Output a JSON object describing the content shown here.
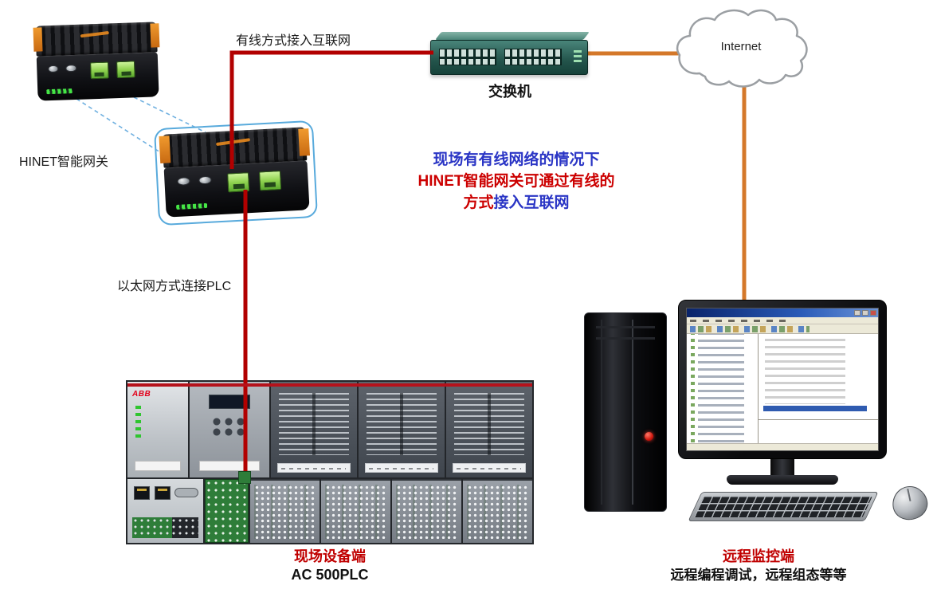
{
  "colors": {
    "red_cable": "#b20000",
    "orange_cable": "#d4782a",
    "callout_dash": "#6fb0e0",
    "highlight_outline": "#58aadc",
    "note_blue": "#2a35c5",
    "note_red": "#cc0000",
    "caption_red": "#c00000"
  },
  "icons": {
    "cloud": "internet-cloud-icon",
    "switch": "network-switch-icon",
    "gateway": "hinet-gateway-icon",
    "plc": "plc-rack-icon",
    "tower": "pc-tower-icon",
    "monitor": "monitor-icon",
    "keyboard": "keyboard-icon",
    "mouse": "mouse-icon"
  },
  "labels": {
    "gateway": "HINET智能网关",
    "wired_link": "有线方式接入互联网",
    "switch_caption": "交换机",
    "internet": "Internet",
    "plc_link": "以太网方式连接PLC",
    "field_caption_title": "现场设备端",
    "field_caption_subtitle": "AC 500PLC",
    "remote_caption_title": "远程监控端",
    "remote_caption_subtitle": "远程编程调试，远程组态等等"
  },
  "note": {
    "line1": "现场有有线网络的情况下",
    "line2_prefix": "HINET智能网关可通过",
    "line2_emphasis": "有线的",
    "line3_emphasis": "方式",
    "line3_suffix": "接入互联网"
  },
  "plc": {
    "brand": "ABB"
  }
}
